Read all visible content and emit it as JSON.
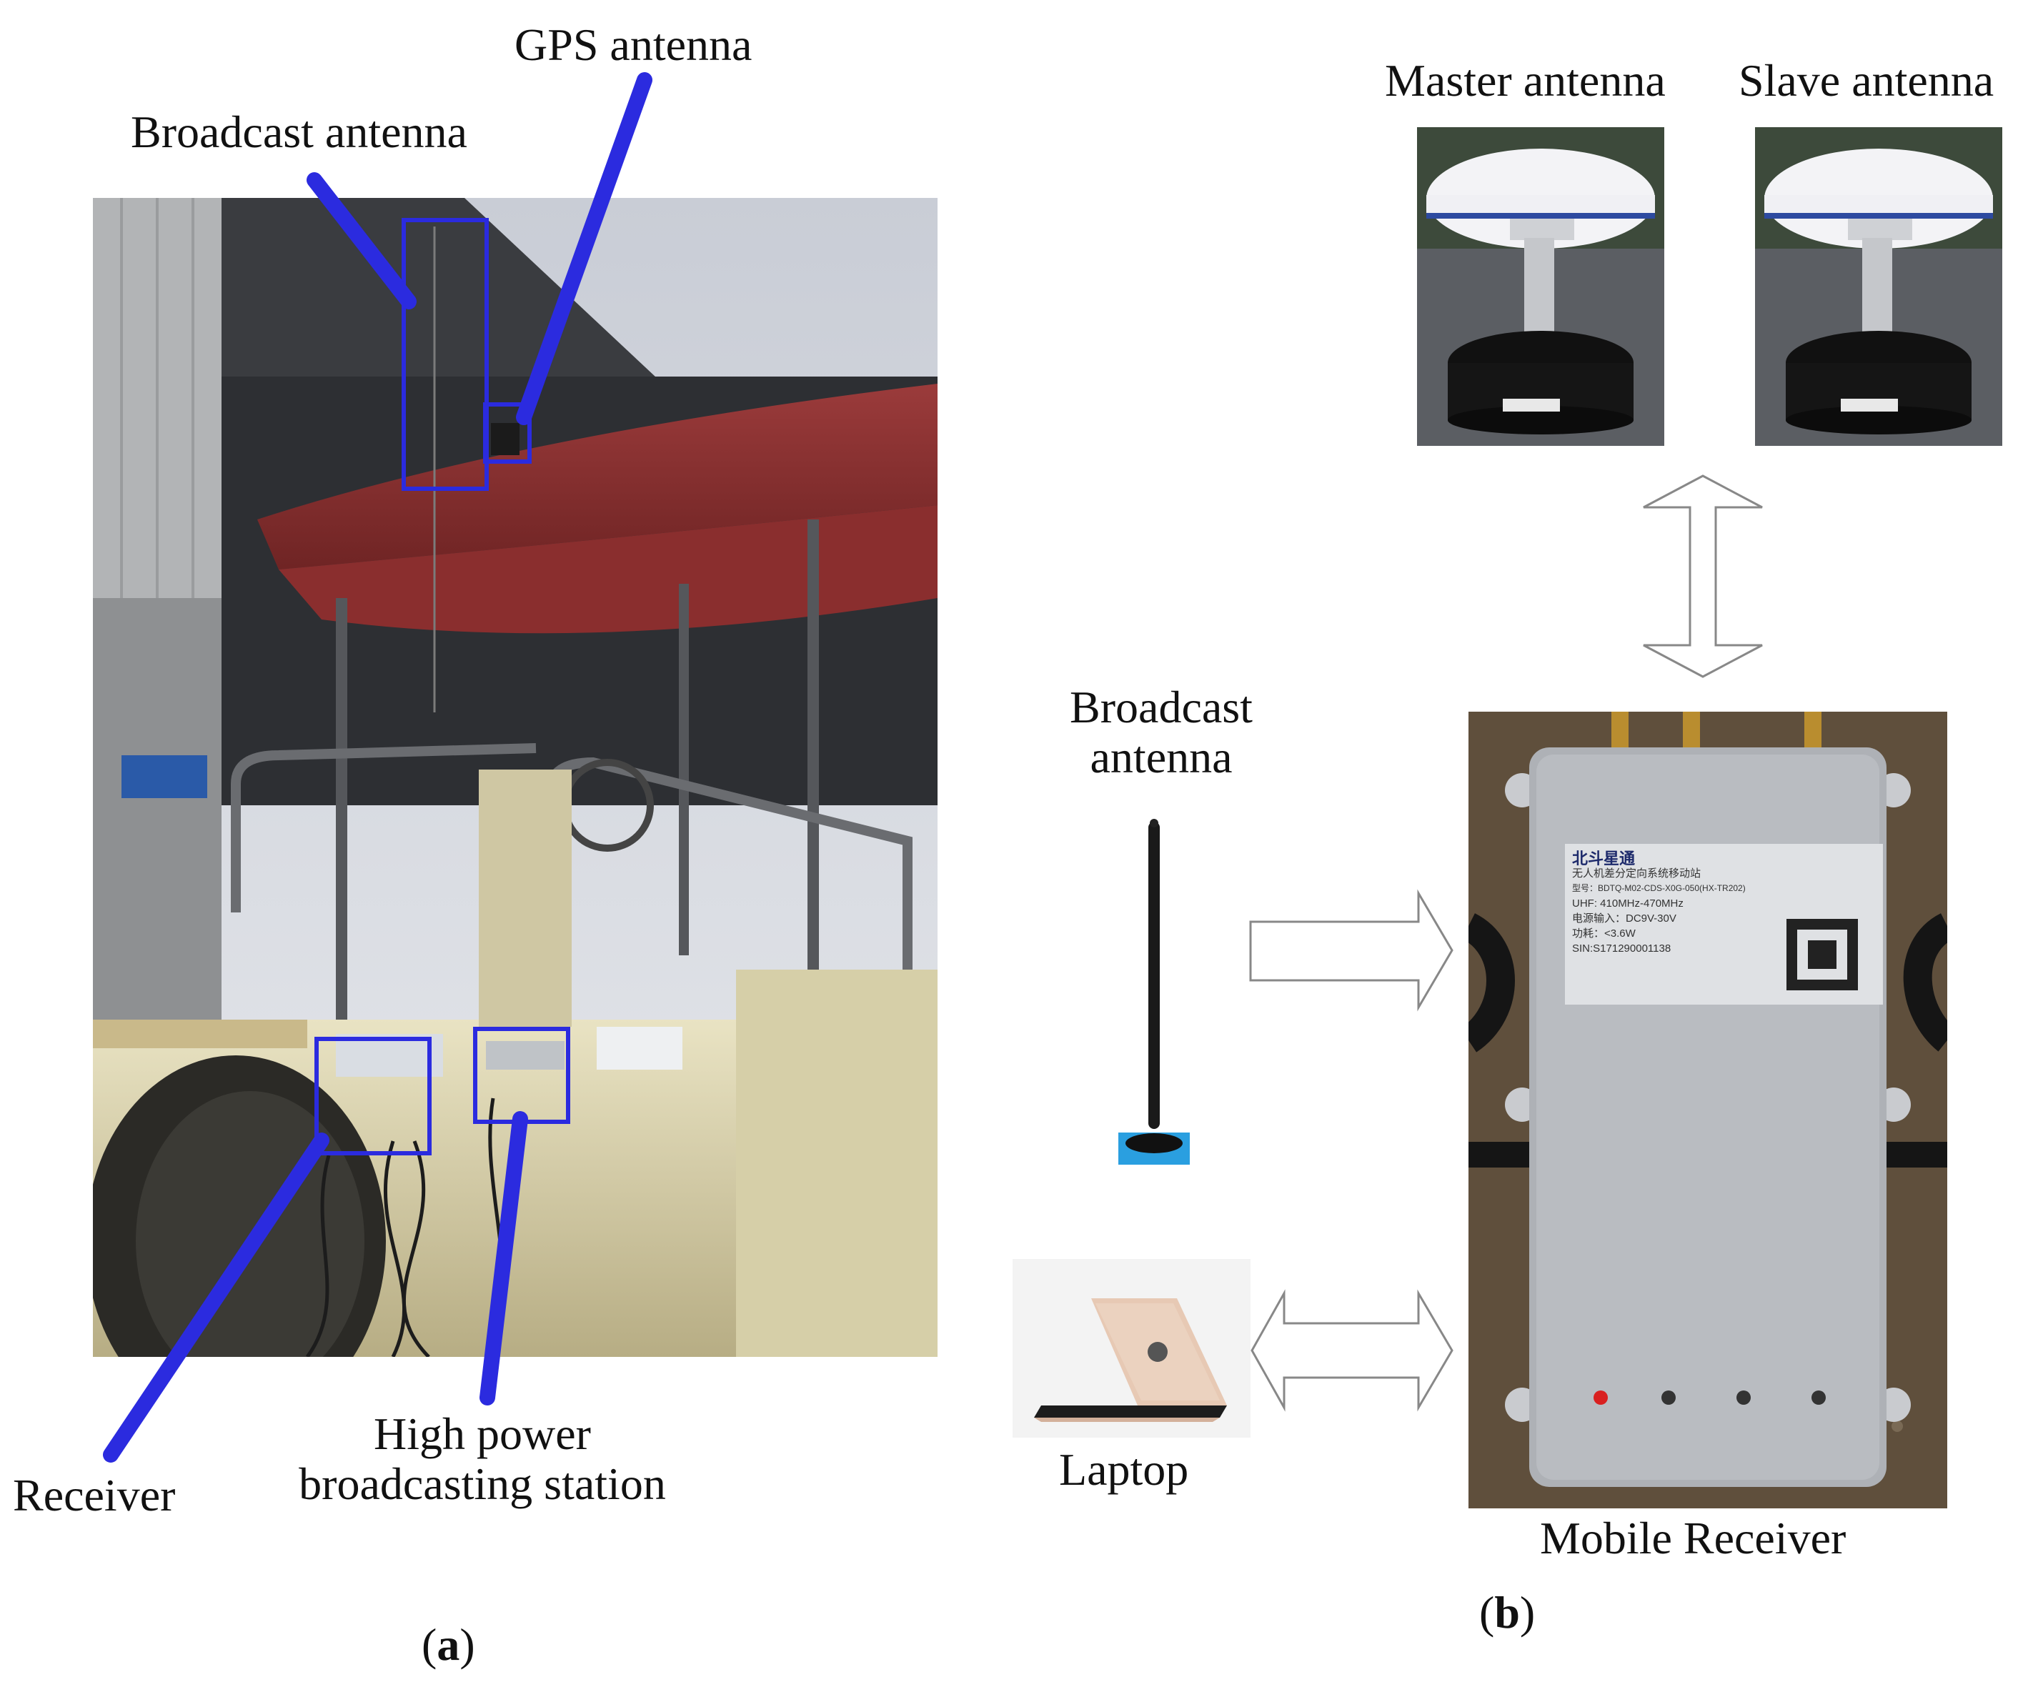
{
  "panel_a": {
    "labels": {
      "gps_antenna": "GPS antenna",
      "broadcast_antenna": "Broadcast antenna",
      "receiver": "Receiver",
      "high_power_line1": "High power",
      "high_power_line2": "broadcasting station"
    },
    "caption_open": "(",
    "caption_letter": "a",
    "caption_close": ")"
  },
  "panel_b": {
    "labels": {
      "master_antenna": "Master antenna",
      "slave_antenna": "Slave antenna",
      "broadcast_line1": "Broadcast",
      "broadcast_line2": "antenna",
      "laptop": "Laptop",
      "mobile_receiver": "Mobile Receiver"
    },
    "receiver_plate": {
      "brand": "北斗星通",
      "subtitle": "无人机差分定向系统移动站",
      "model": "型号：BDTQ-M02-CDS-X0G-050(HX-TR202)",
      "uhf": "UHF: 410MHz-470MHz",
      "power_in": "电源输入：DC9V-30V",
      "power": "功耗：<3.6W",
      "serial": "SIN:S171290001138"
    },
    "caption_open": "(",
    "caption_letter": "b",
    "caption_close": ")"
  },
  "colors": {
    "callout_blue": "#2b2bdf",
    "arrow_outline": "#888888"
  }
}
